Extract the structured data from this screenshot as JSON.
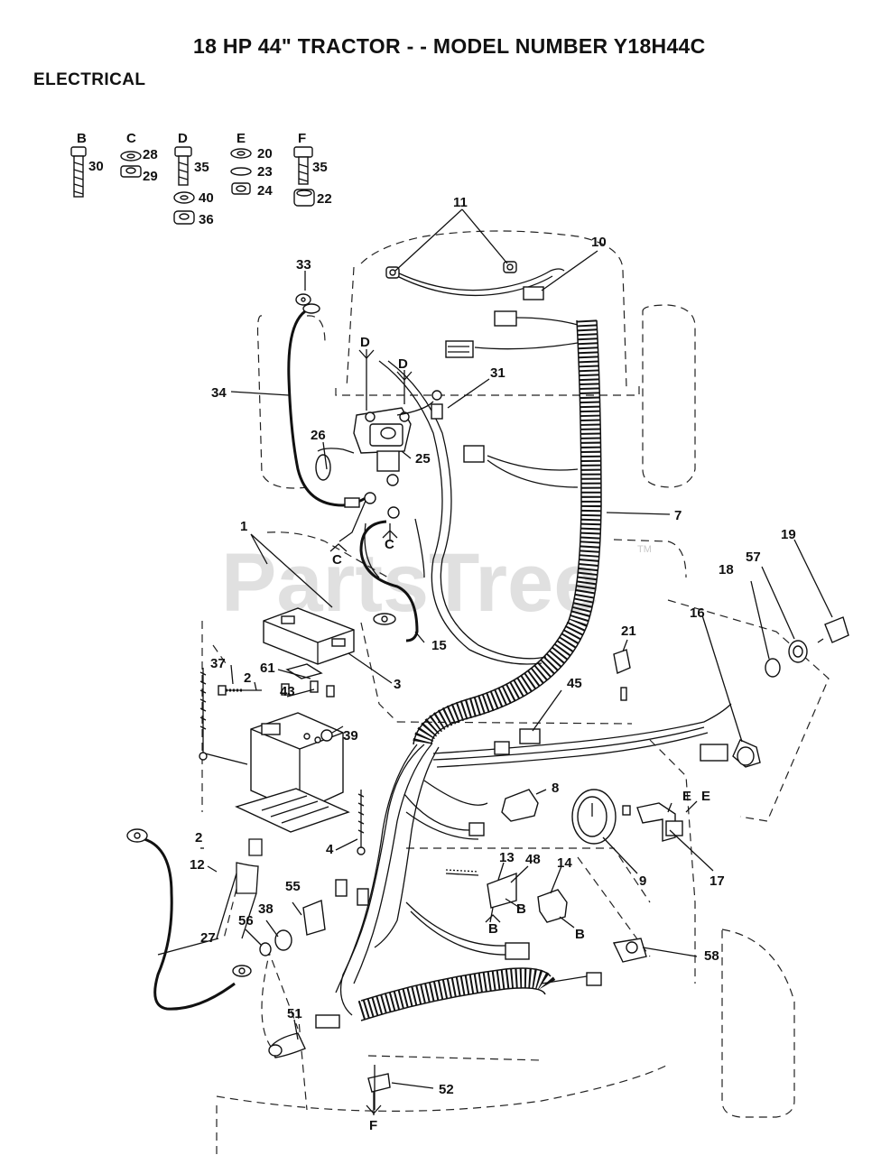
{
  "header": {
    "title": "18 HP 44\" TRACTOR - - MODEL NUMBER Y18H44C",
    "section": "ELECTRICAL"
  },
  "watermark": {
    "text": "PartsTree",
    "tm": "TM"
  },
  "hardware_groups": [
    {
      "letter": "B",
      "parts": [
        "30"
      ]
    },
    {
      "letter": "C",
      "parts": [
        "28",
        "29"
      ]
    },
    {
      "letter": "D",
      "parts": [
        "35",
        "40",
        "36"
      ]
    },
    {
      "letter": "E",
      "parts": [
        "20",
        "23",
        "24"
      ]
    },
    {
      "letter": "F",
      "parts": [
        "35",
        "22"
      ]
    }
  ],
  "callouts": {
    "p1": "1",
    "p2": "2",
    "p2b": "2",
    "p3": "3",
    "p4": "4",
    "p7": "7",
    "p8": "8",
    "p9": "9",
    "p10": "10",
    "p11": "11",
    "p12": "12",
    "p13": "13",
    "p14": "14",
    "p15": "15",
    "p16": "16",
    "p17": "17",
    "p18": "18",
    "p19": "19",
    "p21": "21",
    "p25": "25",
    "p26": "26",
    "p27": "27",
    "p31": "31",
    "p33": "33",
    "p34": "34",
    "p37": "37",
    "p38": "38",
    "p39": "39",
    "p43": "43",
    "p45": "45",
    "p48": "48",
    "p51": "51",
    "p52": "52",
    "p55": "55",
    "p56": "56",
    "p57": "57",
    "p58": "58",
    "p61": "61"
  },
  "ref_letters": {
    "d1": "D",
    "d2": "D",
    "c1": "C",
    "c2": "C",
    "e1": "E",
    "e2": "E",
    "b1": "B",
    "b2": "B",
    "b3": "B",
    "f1": "F"
  }
}
